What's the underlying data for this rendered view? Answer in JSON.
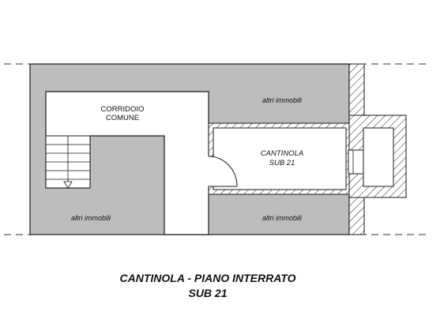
{
  "labels": {
    "corridoio_line1": "CORRIDOIO",
    "corridoio_line2": "COMUNE",
    "altri_top_right": "altri immobili",
    "altri_bottom_left": "altri immobili",
    "altri_bottom_right": "altri immobili",
    "cantinola_line1": "CANTINOLA",
    "cantinola_line2": "SUB 21"
  },
  "caption": {
    "line1": "CANTINOLA - PIANO INTERRATO",
    "line2": "SUB 21"
  },
  "colors": {
    "fill_grey": "#bdbdbd",
    "line": "#1a1a1a"
  }
}
